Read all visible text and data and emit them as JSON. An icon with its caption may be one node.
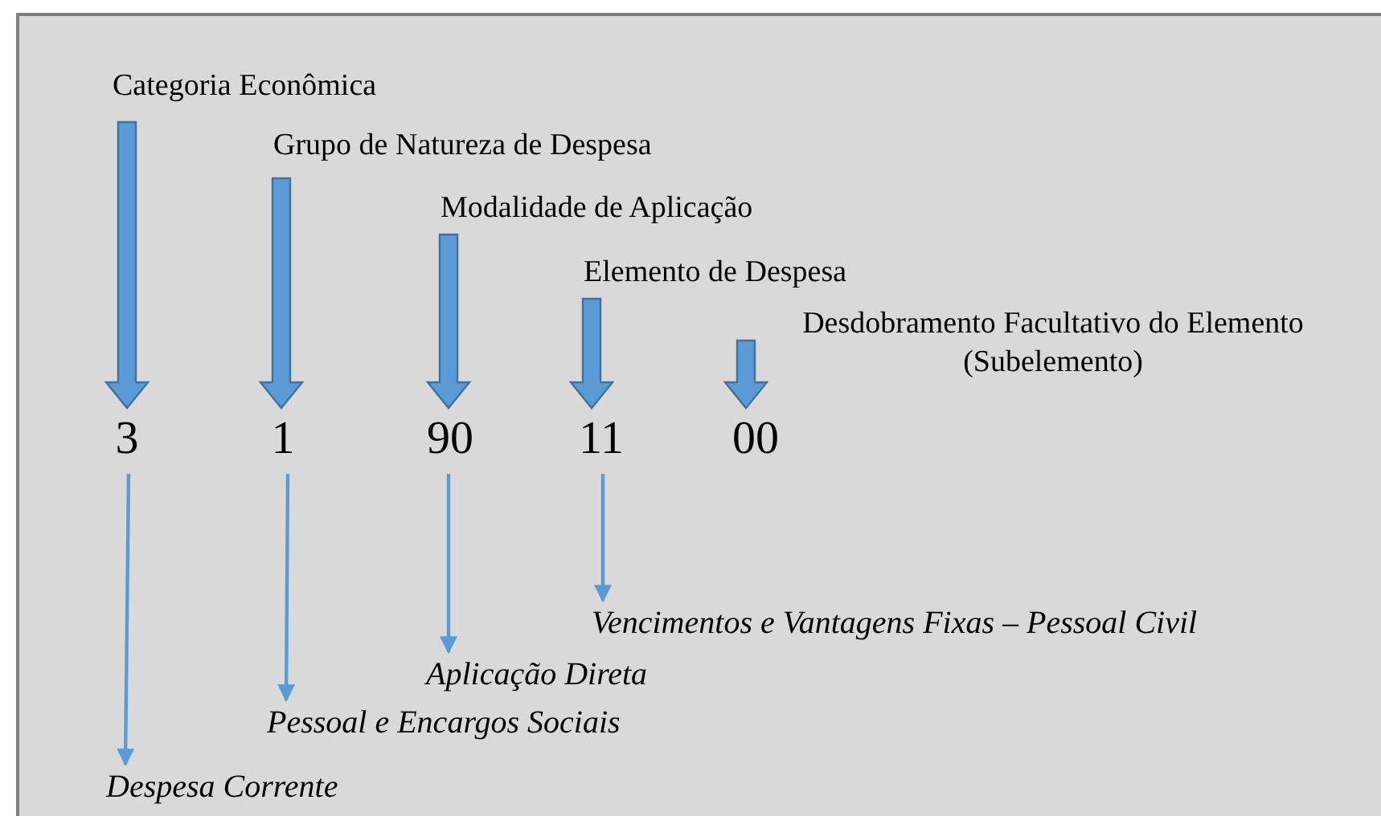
{
  "diagram": {
    "nodes": [
      {
        "text": [
          "Categoria Econômica"
        ]
      },
      {
        "text": [
          "Grupo de Natureza de Despesa"
        ]
      },
      {
        "text": [
          "Modalidade de Aplicação"
        ]
      },
      {
        "text": [
          "Elemento de Despesa"
        ]
      },
      {
        "text": [
          "Desdobramento Facultativo do Elemento (Subelemento)"
        ]
      },
      {
        "text": [
          "3"
        ]
      },
      {
        "text": [
          "1"
        ]
      },
      {
        "text": [
          "90"
        ]
      },
      {
        "text": [
          "11"
        ]
      },
      {
        "text": [
          "00"
        ]
      },
      {
        "text": [
          "Vencimentos e Vantagens Fixas – Pessoal Civil"
        ]
      },
      {
        "text": [
          "Aplicação Direta"
        ]
      },
      {
        "text": [
          "Pessoal e Encargos Sociais"
        ]
      },
      {
        "text": [
          "Despesa Corrente"
        ]
      }
    ],
    "edges": [
      {
        "from": 0,
        "to": 5,
        "arrow": "to",
        "style": "thick"
      },
      {
        "from": 1,
        "to": 6,
        "arrow": "to",
        "style": "thick"
      },
      {
        "from": 2,
        "to": 7,
        "arrow": "to",
        "style": "thick"
      },
      {
        "from": 3,
        "to": 8,
        "arrow": "to",
        "style": "thick"
      },
      {
        "from": 4,
        "to": 9,
        "arrow": "to",
        "style": "thick"
      },
      {
        "from": 5,
        "to": 13,
        "arrow": "to"
      },
      {
        "from": 6,
        "to": 12,
        "arrow": "to"
      },
      {
        "from": 7,
        "to": 11,
        "arrow": "to"
      },
      {
        "from": 8,
        "to": 10,
        "arrow": "to"
      }
    ]
  }
}
